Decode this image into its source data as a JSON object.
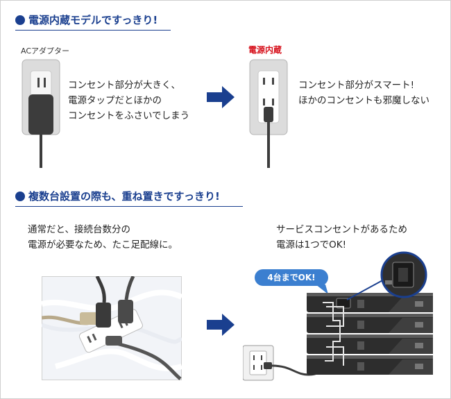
{
  "section1": {
    "heading": "電源内蔵モデルですっきり!",
    "left_label": "ACアダプター",
    "right_label": "電源内蔵",
    "left_text": [
      "コンセント部分が大きく、",
      "電源タップだとほかの",
      "コンセントをふさいでしまう"
    ],
    "right_text": [
      "コンセント部分がスマート!",
      "ほかのコンセントも邪魔しない"
    ]
  },
  "section2": {
    "heading": "複数台設置の際も、重ね置きですっきり!",
    "left_text": [
      "通常だと、接続台数分の",
      "電源が必要なため、たこ足配線に。"
    ],
    "right_text": [
      "サービスコンセントがあるため",
      "電源は1つでOK!"
    ],
    "callout": "4台までOK!"
  },
  "colors": {
    "accent": "#1a3f8f",
    "red": "#d6101b",
    "callout": "#3b7fd0"
  }
}
